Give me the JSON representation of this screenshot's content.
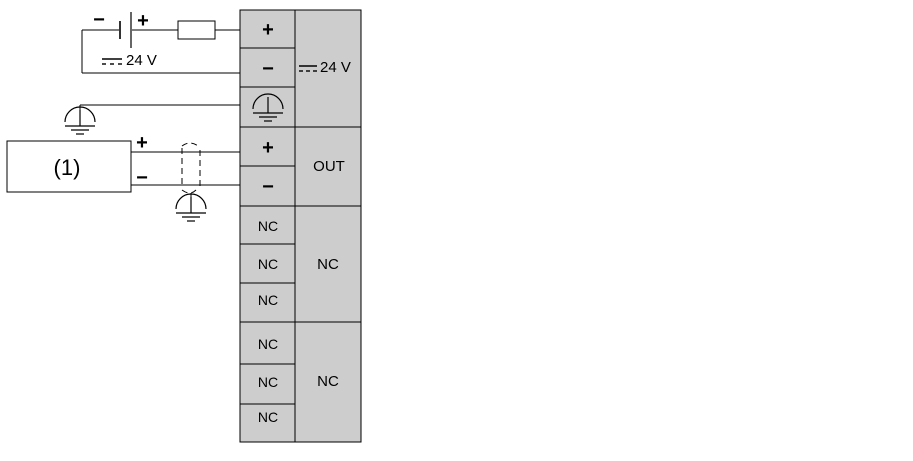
{
  "power_supply": {
    "minus_symbol": "−",
    "plus_symbol": "+",
    "voltage_label": "24 V"
  },
  "device": {
    "label": "(1)",
    "plus_symbol": "+",
    "minus_symbol": "−"
  },
  "terminal_block": {
    "terminals": [
      {
        "label": "+"
      },
      {
        "label": "−"
      },
      {
        "label": "⏚"
      },
      {
        "label": "+"
      },
      {
        "label": "−"
      },
      {
        "label": "NC"
      },
      {
        "label": "NC"
      },
      {
        "label": "NC"
      },
      {
        "label": "NC"
      },
      {
        "label": "NC"
      },
      {
        "label": "NC"
      }
    ],
    "groups": [
      {
        "label": "24 V"
      },
      {
        "label": "OUT"
      },
      {
        "label": "NC"
      },
      {
        "label": "NC"
      }
    ]
  },
  "colors": {
    "terminal_fill": "#cdcdcd",
    "line": "#000000"
  }
}
